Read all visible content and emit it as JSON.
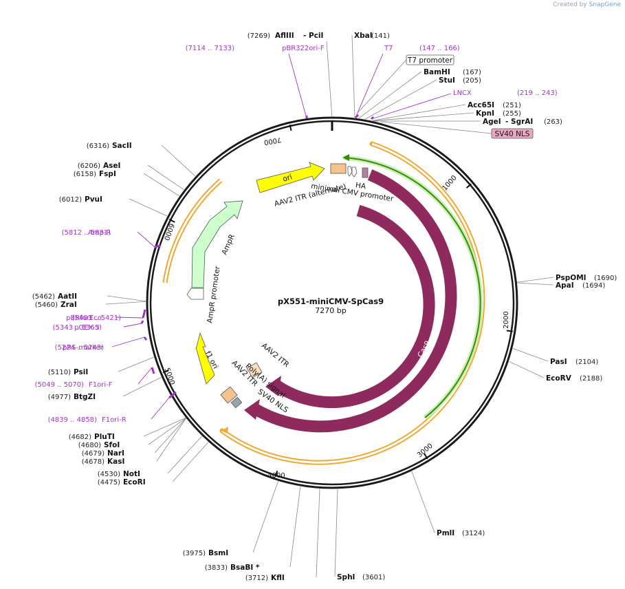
{
  "credit": {
    "prefix": "Created by",
    "brand": "SnapGene"
  },
  "plasmid": {
    "name": "pX551-miniCMV-SpCas9",
    "length_label": "7270 bp",
    "total_bp": 7270
  },
  "ticks": [
    "1000",
    "2000",
    "3000",
    "4000",
    "5000",
    "6000",
    "7000"
  ],
  "enzymes": [
    {
      "name": "AflIII",
      "pos": "(7269)",
      "bp": 7269,
      "extra": "- PciI"
    },
    {
      "name": "XbaI",
      "pos": "(141)",
      "bp": 141
    },
    {
      "name": "BamHI",
      "pos": "(167)",
      "bp": 167
    },
    {
      "name": "StuI",
      "pos": "(205)",
      "bp": 205
    },
    {
      "name": "Acc65I",
      "pos": "(251)",
      "bp": 251
    },
    {
      "name": "KpnI",
      "pos": "(255)",
      "bp": 255
    },
    {
      "name": "AgeI",
      "pos": "(263)",
      "bp": 263,
      "extra": "- SgrAI"
    },
    {
      "name": "PspOMI",
      "pos": "(1690)",
      "bp": 1690
    },
    {
      "name": "ApaI",
      "pos": "(1694)",
      "bp": 1694
    },
    {
      "name": "PasI",
      "pos": "(2104)",
      "bp": 2104
    },
    {
      "name": "EcoRV",
      "pos": "(2188)",
      "bp": 2188
    },
    {
      "name": "PmlI",
      "pos": "(3124)",
      "bp": 3124
    },
    {
      "name": "SphI",
      "pos": "(3601)",
      "bp": 3601
    },
    {
      "name": "KflI",
      "pos": "(3712)",
      "bp": 3712
    },
    {
      "name": "BsaBI *",
      "pos": "(3833)",
      "bp": 3833
    },
    {
      "name": "BsmI",
      "pos": "(3975)",
      "bp": 3975
    },
    {
      "name": "EcoRI",
      "pos": "(4475)",
      "bp": 4475
    },
    {
      "name": "NotI",
      "pos": "(4530)",
      "bp": 4530
    },
    {
      "name": "KasI",
      "pos": "(4678)",
      "bp": 4678
    },
    {
      "name": "NarI",
      "pos": "(4679)",
      "bp": 4679
    },
    {
      "name": "SfoI",
      "pos": "(4680)",
      "bp": 4680
    },
    {
      "name": "PluTI",
      "pos": "(4682)",
      "bp": 4682
    },
    {
      "name": "BtgZI",
      "pos": "(4977)",
      "bp": 4977
    },
    {
      "name": "PsiI",
      "pos": "(5110)",
      "bp": 5110
    },
    {
      "name": "ZraI",
      "pos": "(5460)",
      "bp": 5460
    },
    {
      "name": "AatII",
      "pos": "(5462)",
      "bp": 5462
    },
    {
      "name": "PvuI",
      "pos": "(6012)",
      "bp": 6012
    },
    {
      "name": "FspI",
      "pos": "(6158)",
      "bp": 6158
    },
    {
      "name": "AseI",
      "pos": "(6206)",
      "bp": 6206
    },
    {
      "name": "SacII",
      "pos": "(6316)",
      "bp": 6316
    }
  ],
  "primers": [
    {
      "name": "pBR322ori-F",
      "range": "(7114 .. 7133)"
    },
    {
      "name": "T7",
      "range": "(147 .. 166)"
    },
    {
      "name": "LNCX",
      "range": "(219 .. 243)"
    },
    {
      "name": "Amp-R",
      "range": "(5812 .. 5831)"
    },
    {
      "name": "pBRforEco",
      "range": "(5403 .. 5421)"
    },
    {
      "name": "pGEX 3'",
      "range": "(5343 .. 5365)"
    },
    {
      "name": "pRS-marker",
      "range": "(5224 .. 5243)"
    },
    {
      "name": "F1ori-F",
      "range": "(5049 .. 5070)"
    },
    {
      "name": "F1ori-R",
      "range": "(4839 .. 4858)"
    }
  ],
  "boxed_labels": [
    {
      "name": "T7 promoter"
    },
    {
      "name": "SV40 NLS"
    }
  ],
  "features": {
    "ori": "ori",
    "itr_alt": "AAV2 ITR (alternate)",
    "ha": "HA",
    "mincmv": "minimal CMV promoter",
    "ampr": "AmpR",
    "ampr_promoter": "AmpR promoter",
    "f1ori": "f1 ori",
    "cas9_inner": "Cas9",
    "cas9_outer": "Cas9",
    "itr1": "AAV2 ITR",
    "itr2": "AAV2 ITR",
    "polya": "Poly(A) signal",
    "sv40nls": "SV40 NLS"
  },
  "colors": {
    "backbone": "#1a1a1a",
    "cas9": "#8e2a5e",
    "ori": "#ffff00",
    "ampr": "#ccffcc",
    "orange_arc": "#f0a830",
    "green_line": "#3a8a10",
    "itr": "#f7c28c",
    "primer": "#a033c8",
    "sv40_box": "#e8a8c4"
  }
}
